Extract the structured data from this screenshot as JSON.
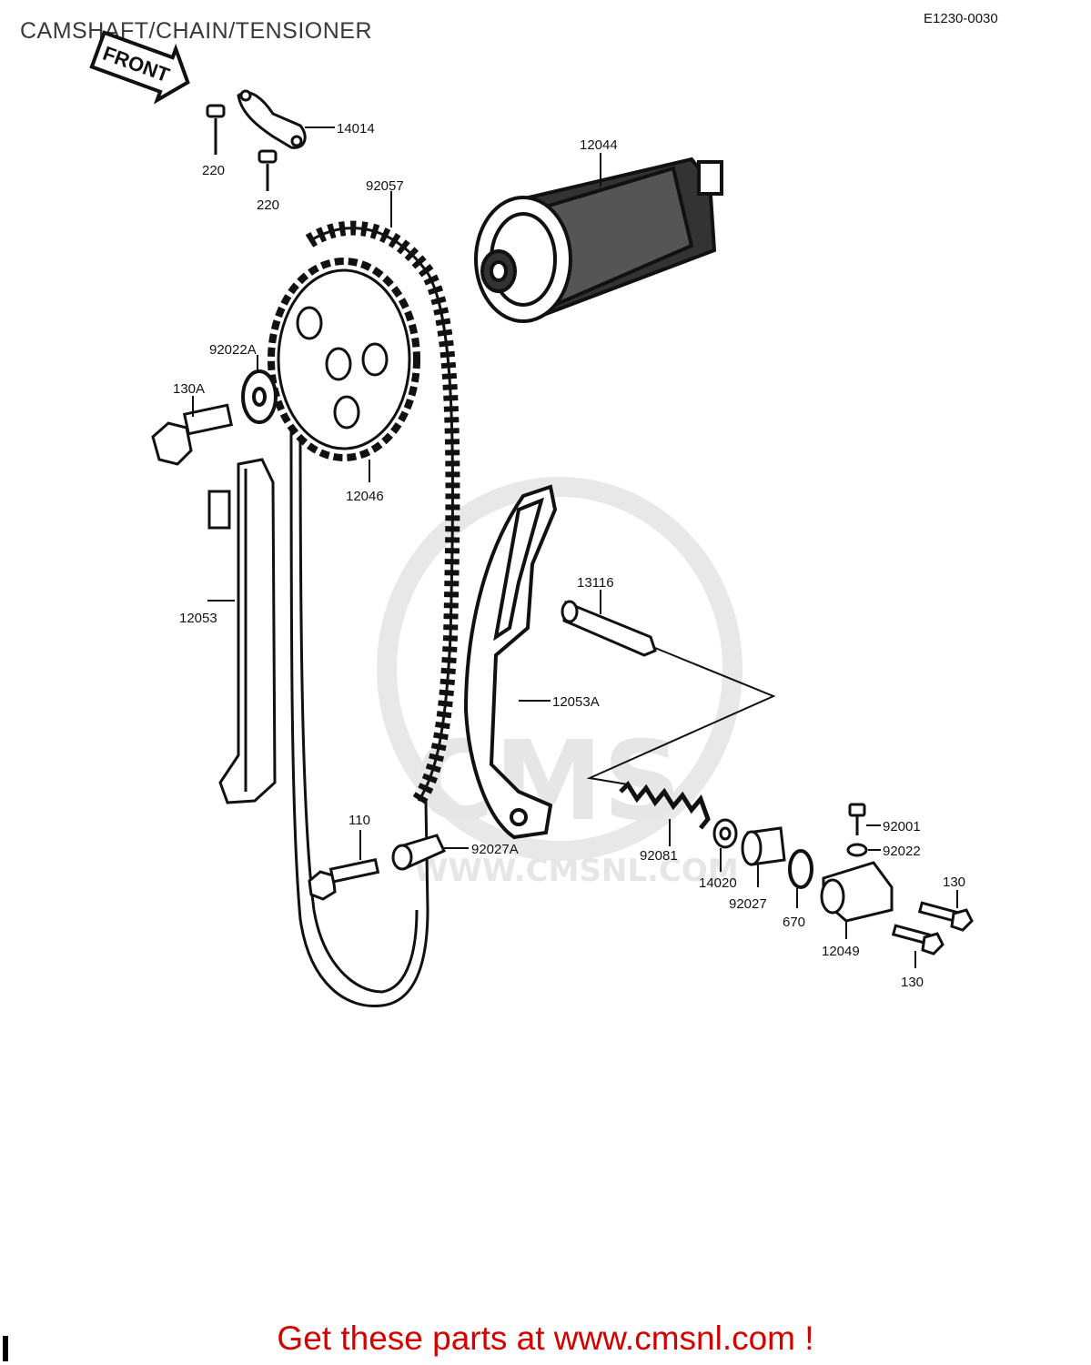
{
  "title": "CAMSHAFT/CHAIN/TENSIONER",
  "diagram_code": "E1230-0030",
  "front_label": "FRONT",
  "watermark": {
    "text": "CMS",
    "url": "WWW.CMSNL.COM"
  },
  "footer_text": "Get these parts at www.cmsnl.com !",
  "parts": [
    {
      "id": "14014"
    },
    {
      "id": "220a",
      "label": "220"
    },
    {
      "id": "220b",
      "label": "220"
    },
    {
      "id": "12044"
    },
    {
      "id": "92057"
    },
    {
      "id": "92022A"
    },
    {
      "id": "130A"
    },
    {
      "id": "12046"
    },
    {
      "id": "12053"
    },
    {
      "id": "13116"
    },
    {
      "id": "12053A"
    },
    {
      "id": "110"
    },
    {
      "id": "92027A"
    },
    {
      "id": "92081"
    },
    {
      "id": "14020"
    },
    {
      "id": "92027"
    },
    {
      "id": "670"
    },
    {
      "id": "92001"
    },
    {
      "id": "92022"
    },
    {
      "id": "12049"
    },
    {
      "id": "130a",
      "label": "130"
    },
    {
      "id": "130b",
      "label": "130"
    }
  ],
  "colors": {
    "line": "#111111",
    "footer": "#d40000",
    "watermark": "#e6e6e6"
  }
}
